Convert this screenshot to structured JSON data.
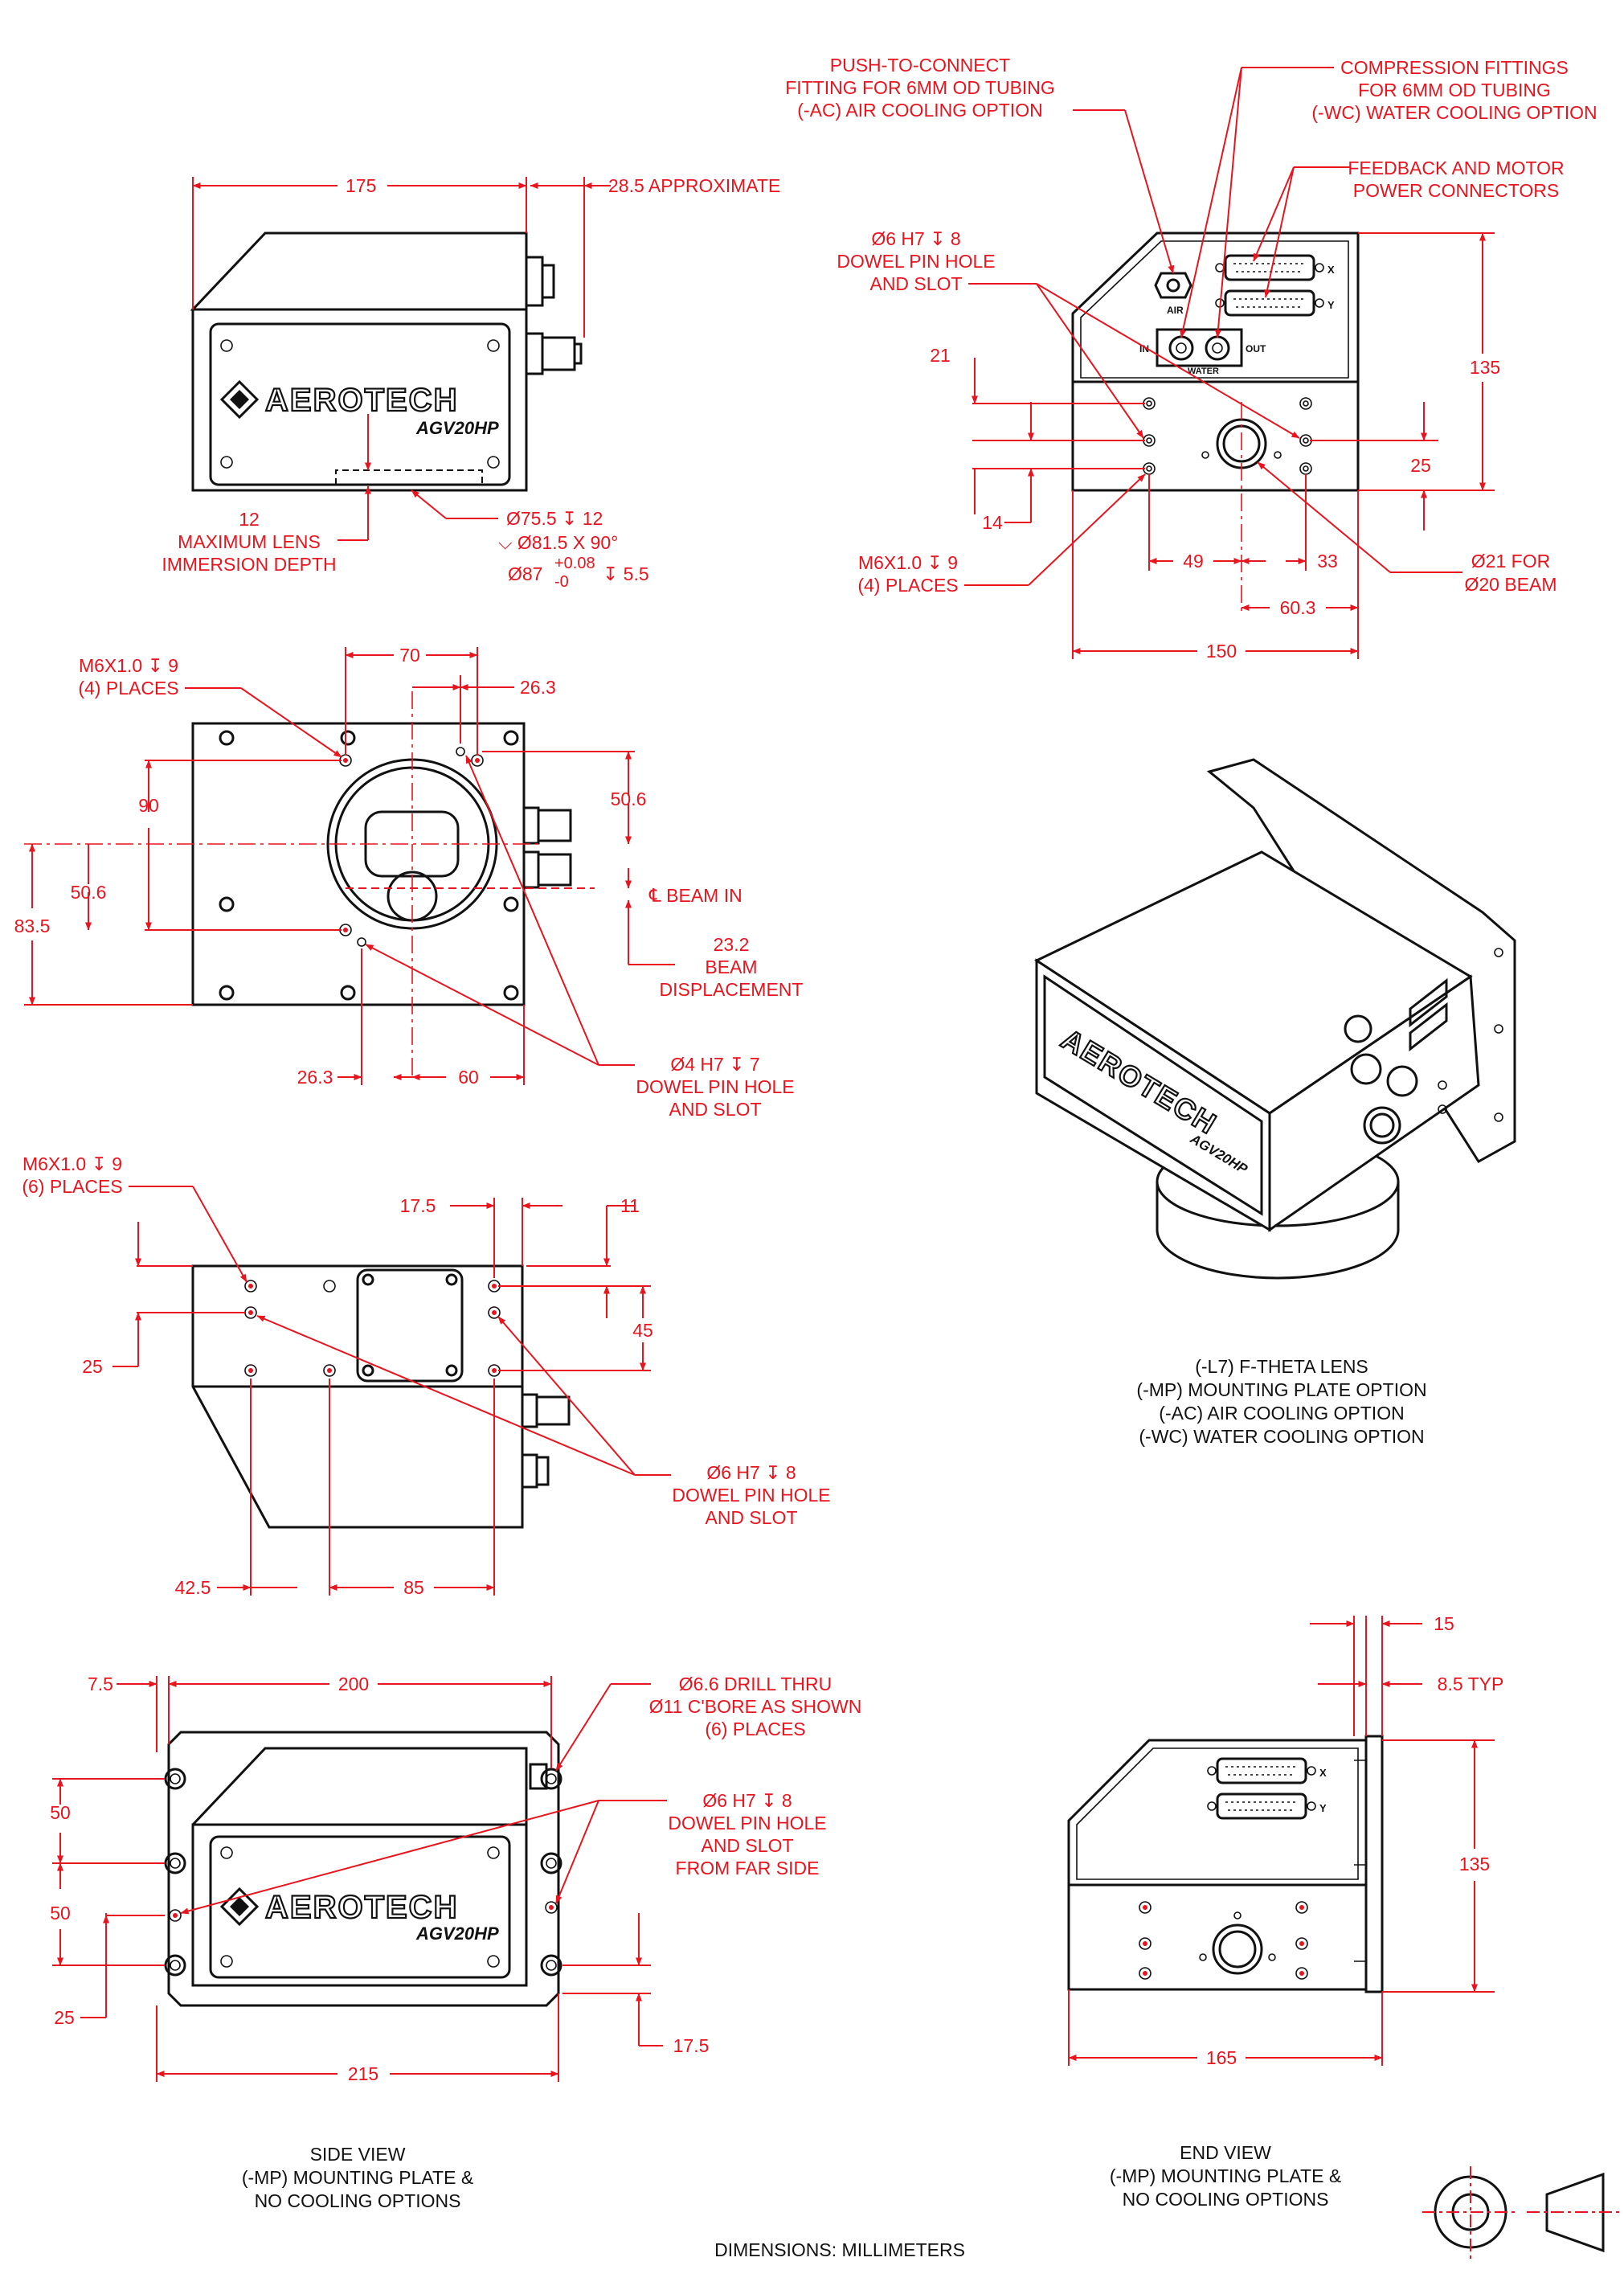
{
  "view1": {
    "dim_175": "175",
    "dim_28_5": "28.5 APPROXIMATE",
    "lens_depth": [
      "12",
      "MAXIMUM LENS",
      "IMMERSION DEPTH"
    ],
    "bore_1": "Ø75.5 ↧ 12",
    "bore_2": "⌵ Ø81.5 X 90°",
    "bore_3a": "Ø87",
    "bore_3tol_up": "+0.08",
    "bore_3tol_dn": "-0",
    "bore_3b": "↧ 5.5",
    "logo": "AEROTECH",
    "model": "AGV20HP"
  },
  "view2": {
    "push_connect": [
      "PUSH-TO-CONNECT",
      "FITTING FOR 6MM OD TUBING",
      "(-AC) AIR COOLING OPTION"
    ],
    "compression": [
      "COMPRESSION FITTINGS",
      "FOR 6MM OD TUBING",
      "(-WC) WATER COOLING OPTION"
    ],
    "feedback": [
      "FEEDBACK AND MOTOR",
      "POWER CONNECTORS"
    ],
    "dowel": [
      "Ø6 H7 ↧ 8",
      "DOWEL PIN HOLE",
      "AND SLOT"
    ],
    "m6": [
      "M6X1.0 ↧ 9",
      "(4) PLACES"
    ],
    "beam": [
      "Ø21 FOR",
      "Ø20 BEAM"
    ],
    "dims": {
      "d21": "21",
      "d14": "14",
      "d135": "135",
      "d25": "25",
      "d49": "49",
      "d33": "33",
      "d60_3": "60.3",
      "d150": "150"
    },
    "labels": {
      "x": "X",
      "y": "Y",
      "air": "AIR",
      "in": "IN",
      "out": "OUT",
      "water": "WATER"
    }
  },
  "view3": {
    "m6": [
      "M6X1.0 ↧ 9",
      "(4) PLACES"
    ],
    "dowel": [
      "Ø4 H7 ↧ 7",
      "DOWEL PIN HOLE",
      "AND SLOT"
    ],
    "beam_in": "℄ BEAM IN",
    "disp": [
      "23.2",
      "BEAM",
      "DISPLACEMENT"
    ],
    "dims": {
      "d70": "70",
      "d26_3a": "26.3",
      "d90": "90",
      "d50_6a": "50.6",
      "d50_6b": "50.6",
      "d83_5": "83.5",
      "d26_3b": "26.3",
      "d60": "60"
    }
  },
  "view4": {
    "m6": [
      "M6X1.0 ↧ 9",
      "(6) PLACES"
    ],
    "dowel": [
      "Ø6 H7 ↧ 8",
      "DOWEL PIN HOLE",
      "AND SLOT"
    ],
    "dims": {
      "d17_5": "17.5",
      "d11": "11",
      "d45": "45",
      "d25": "25",
      "d42_5": "42.5",
      "d85": "85"
    }
  },
  "iso": {
    "caption": [
      "(-L7) F-THETA LENS",
      "(-MP) MOUNTING PLATE OPTION",
      "(-AC) AIR COOLING OPTION",
      "(-WC) WATER COOLING OPTION"
    ]
  },
  "side": {
    "drill": [
      "Ø6.6 DRILL THRU",
      "Ø11 C'BORE AS SHOWN",
      "(6) PLACES"
    ],
    "dowel": [
      "Ø6 H7 ↧ 8",
      "DOWEL PIN HOLE",
      "AND SLOT",
      "FROM FAR SIDE"
    ],
    "dims": {
      "d7_5": "7.5",
      "d200": "200",
      "d50a": "50",
      "d50b": "50",
      "d25": "25",
      "d215": "215",
      "d17_5": "17.5"
    },
    "caption": [
      "SIDE VIEW",
      "(-MP) MOUNTING PLATE &",
      "NO COOLING OPTIONS"
    ]
  },
  "end": {
    "dims": {
      "d15": "15",
      "d8_5": "8.5 TYP",
      "d135": "135",
      "d165": "165"
    },
    "caption": [
      "END VIEW",
      "(-MP) MOUNTING PLATE &",
      "NO COOLING OPTIONS"
    ]
  },
  "footer": "DIMENSIONS:  MILLIMETERS",
  "colors": {
    "dimension": "#e8141e",
    "outline": "#111111"
  }
}
